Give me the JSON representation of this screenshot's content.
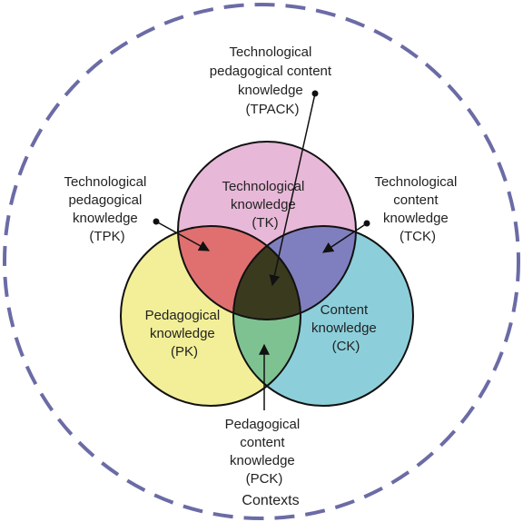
{
  "colors": {
    "context_border": "#6b6ba6",
    "tk": "#e8b8d8",
    "pk": "#f2ef98",
    "ck": "#8ccfdb",
    "tpk": "#e07070",
    "tck": "#7f7fbf",
    "pck": "#7fc291",
    "tpack": "#3a3a1f",
    "stroke": "#111111"
  },
  "circles": {
    "tk": {
      "lines": [
        "Technological",
        "knowledge",
        "(TK)"
      ]
    },
    "pk": {
      "lines": [
        "Pedagogical",
        "knowledge",
        "(PK)"
      ]
    },
    "ck": {
      "lines": [
        "Content",
        "knowledge",
        "(CK)"
      ]
    }
  },
  "callouts": {
    "tpack": {
      "lines": [
        "Technological",
        "pedagogical content",
        "knowledge",
        "(TPACK)"
      ]
    },
    "tpk": {
      "lines": [
        "Technological",
        "pedagogical",
        "knowledge",
        "(TPK)"
      ]
    },
    "tck": {
      "lines": [
        "Technological",
        "content",
        "knowledge",
        "(TCK)"
      ]
    },
    "pck": {
      "lines": [
        "Pedagogical",
        "content",
        "knowledge",
        "(PCK)"
      ]
    }
  },
  "contexts_label": "Contexts"
}
